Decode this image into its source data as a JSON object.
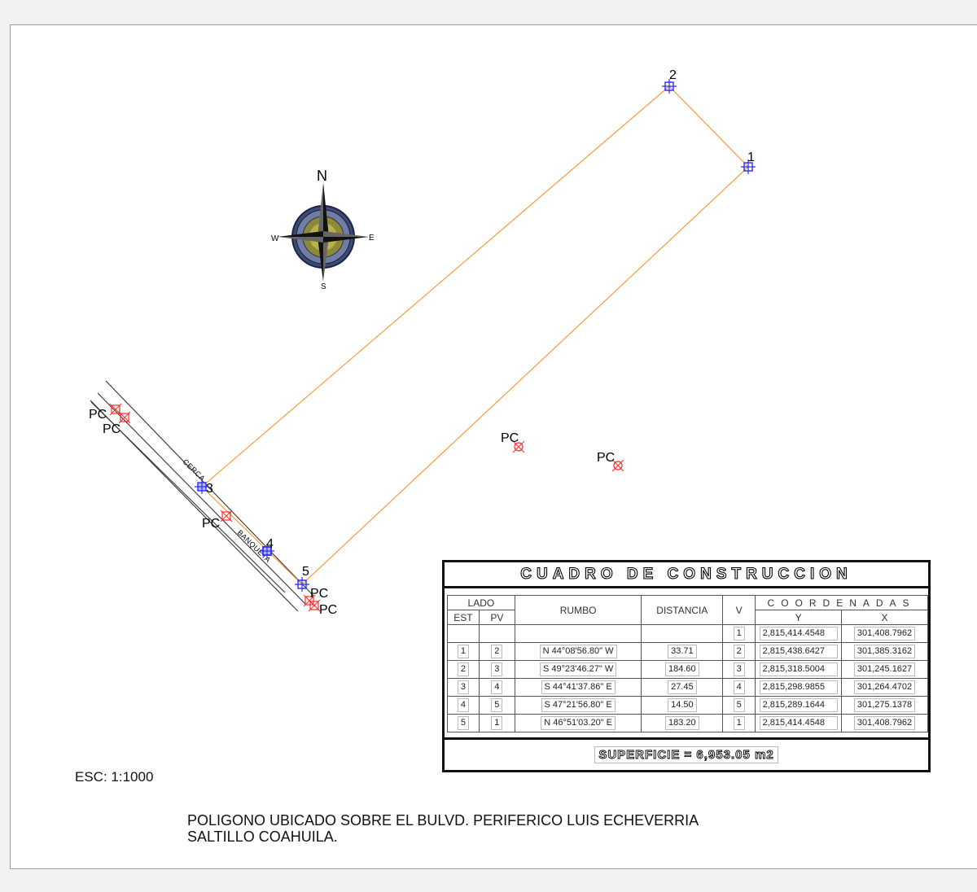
{
  "vertices": [
    {
      "id": "1",
      "label": "1"
    },
    {
      "id": "2",
      "label": "2"
    },
    {
      "id": "3",
      "label": "3"
    },
    {
      "id": "4",
      "label": "4"
    },
    {
      "id": "5",
      "label": "5"
    }
  ],
  "pc_label": "PC",
  "road": {
    "cerca_label": "CERCA",
    "banqueta_label": "BANQUETA"
  },
  "compass": {
    "north": "N",
    "south": "S",
    "east": "E",
    "west": "W"
  },
  "colors": {
    "boundary": "#f39c3c",
    "vertex": "#2a2aff",
    "pc": "#ff2a2a",
    "road": "#333333"
  },
  "table": {
    "title": "CUADRO DE CONSTRUCCION",
    "headers": {
      "lado": "LADO",
      "est": "EST",
      "pv": "PV",
      "rumbo": "RUMBO",
      "distancia": "DISTANCIA",
      "v": "V",
      "coordenadas": "COORDENADAS",
      "y": "Y",
      "x": "X"
    },
    "rows": [
      {
        "est": "",
        "pv": "",
        "rumbo": "",
        "distancia": "",
        "v": "1",
        "y": "2,815,414.4548",
        "x": "301,408.7962"
      },
      {
        "est": "1",
        "pv": "2",
        "rumbo": "N  44°08'56.80\"  W",
        "distancia": "33.71",
        "v": "2",
        "y": "2,815,438.6427",
        "x": "301,385.3162"
      },
      {
        "est": "2",
        "pv": "3",
        "rumbo": "S  49°23'46.27\"  W",
        "distancia": "184.60",
        "v": "3",
        "y": "2,815,318.5004",
        "x": "301,245.1627"
      },
      {
        "est": "3",
        "pv": "4",
        "rumbo": "S  44°41'37.86\"  E",
        "distancia": "27.45",
        "v": "4",
        "y": "2,815,298.9855",
        "x": "301,264.4702"
      },
      {
        "est": "4",
        "pv": "5",
        "rumbo": "S  47°21'56.80\"  E",
        "distancia": "14.50",
        "v": "5",
        "y": "2,815,289.1644",
        "x": "301,275.1378"
      },
      {
        "est": "5",
        "pv": "1",
        "rumbo": "N  46°51'03.20\"  E",
        "distancia": "183.20",
        "v": "1",
        "y": "2,815,414.4548",
        "x": "301,408.7962"
      }
    ],
    "superficie": "SUPERFICIE = 6,953.05 m2"
  },
  "scale_label": "ESC: 1:1000",
  "footer": {
    "line1": "POLIGONO UBICADO SOBRE EL BULVD. PERIFERICO LUIS ECHEVERRIA",
    "line2": "SALTILLO COAHUILA."
  }
}
